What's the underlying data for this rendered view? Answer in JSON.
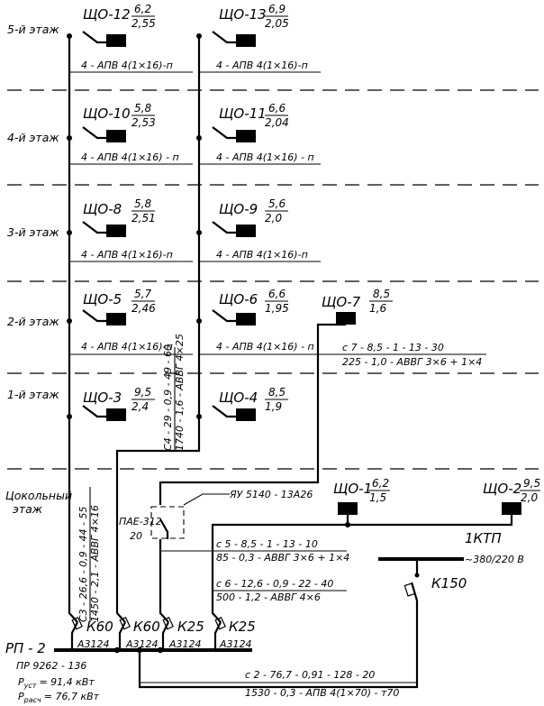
{
  "floors": {
    "f5": "5-й этаж",
    "f4": "4-й этаж",
    "f3": "3-й этаж",
    "f2": "2-й этаж",
    "f1": "1-й этаж",
    "basement_1": "Цокольный",
    "basement_2": "этаж"
  },
  "panels": [
    {
      "name": "ЩО-12",
      "top": "6,2",
      "bottom": "2,55"
    },
    {
      "name": "ЩО-13",
      "top": "6,9",
      "bottom": "2,05"
    },
    {
      "name": "ЩО-10",
      "top": "5,8",
      "bottom": "2,53"
    },
    {
      "name": "ЩО-11",
      "top": "6,6",
      "bottom": "2,04"
    },
    {
      "name": "ЩО-8",
      "top": "5,8",
      "bottom": "2,51"
    },
    {
      "name": "ЩО-9",
      "top": "5,6",
      "bottom": "2,0"
    },
    {
      "name": "ЩО-5",
      "top": "5,7",
      "bottom": "2,46"
    },
    {
      "name": "ЩО-6",
      "top": "6,6",
      "bottom": "1,95"
    },
    {
      "name": "ЩО-7",
      "top": "8,5",
      "bottom": "1,6"
    },
    {
      "name": "ЩО-3",
      "top": "9,5",
      "bottom": "2,4"
    },
    {
      "name": "ЩО-4",
      "top": "8,5",
      "bottom": "1,9"
    },
    {
      "name": "ЩО-1",
      "top": "6,2",
      "bottom": "1,5"
    },
    {
      "name": "ЩО-2",
      "top": "9,5",
      "bottom": "2,0"
    }
  ],
  "cables": {
    "c5L": "4 - АПВ 4(1×16)-п",
    "c5R": "4 - АПВ 4(1×16)-п",
    "c4L": "4 - АПВ 4(1×16) - п",
    "c4R": "4 - АПВ 4(1×16) - п",
    "c3L": "4 - АПВ 4(1×16)-п",
    "c3R": "4 - АПВ 4(1×16)-п",
    "c2L": "4 - АПВ 4(1×16)-п",
    "c2R": "4 - АПВ 4(1×16) - п",
    "c7_top": "с 7 - 8,5 - 1 - 13 - 30",
    "c7_bottom": "225 - 1,0 - АВВГ 3×6 + 1×4",
    "v_left_1": "С3 - 26,6 - 0,9 - 44 - 55",
    "v_left_2": "1450 - 2,1 - АВВГ 4×16",
    "v_mid_1": "С4 - 29 - 0,9 - 49 - 60",
    "v_mid_2": "1740 - 1,6 - АВВГ 4×25",
    "c5_top": "с 5 - 8,5 - 1 - 13 - 10",
    "c5_bottom": "85 - 0,3 - АВВГ 3×6 + 1×4",
    "c6_top": "с 6 - 12,6 - 0,9 - 22 - 40",
    "c6_bottom": "500 - 1,2 - АВВГ 4×6",
    "c2_top": "с 2 - 76,7 - 0,91 - 128 - 20",
    "c2_bottom": "1530 - 0,3 - АПВ 4(1×70) - т70"
  },
  "box": {
    "name": "ЯУ 5140 - 13А26",
    "switch": "ПАЕ-312",
    "rating": "20"
  },
  "ktp": {
    "name": "1КТП",
    "voltage": "~380/220 В",
    "breaker": "К150"
  },
  "rp": {
    "name": "РП - 2",
    "model": "ПР 9262 - 136",
    "p_inst_main": "P",
    "p_inst_sub": "уст",
    "p_inst_val": "= 91,4 кВт",
    "p_calc_main": "P",
    "p_calc_sub": "расч",
    "p_calc_val": "= 76,7 кВт"
  },
  "breakers": {
    "b1": "К60",
    "b2": "К60",
    "b3": "К25",
    "b4": "К25",
    "a1": "А3124",
    "a2": "А3124",
    "a3": "А3124",
    "a4": "А3124"
  }
}
